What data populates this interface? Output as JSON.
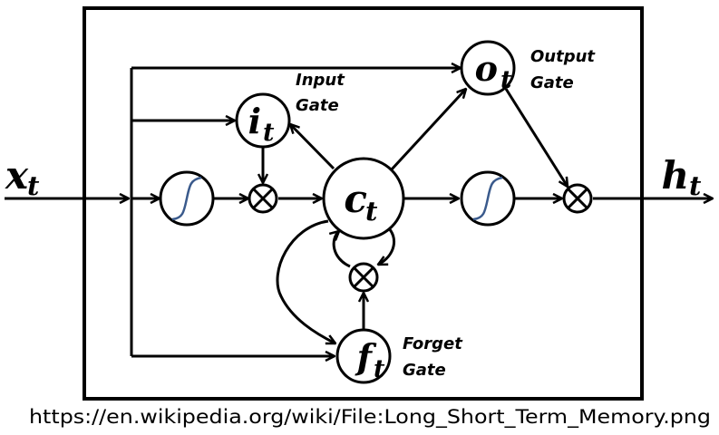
{
  "nodes": {
    "input": {
      "symbol": "x",
      "subscript": "t"
    },
    "output": {
      "symbol": "h",
      "subscript": "t"
    },
    "cell": {
      "symbol": "c",
      "subscript": "t"
    },
    "input_gate": {
      "symbol": "i",
      "subscript": "t"
    },
    "output_gate": {
      "symbol": "o",
      "subscript": "t"
    },
    "forget_gate": {
      "symbol": "f",
      "subscript": "t"
    }
  },
  "labels": {
    "input_gate": [
      "Input",
      "Gate"
    ],
    "output_gate": [
      "Output",
      "Gate"
    ],
    "forget_gate": [
      "Forget",
      "Gate"
    ]
  },
  "source_url": "https://en.wikipedia.org/wiki/File:Long_Short_Term_Memory.png",
  "colors": {
    "sigmoid_curve": "#3a5a8c",
    "stroke": "#000000"
  },
  "icons": {
    "activation": "sigmoid-curve-icon",
    "multiply": "circle-times-icon"
  }
}
